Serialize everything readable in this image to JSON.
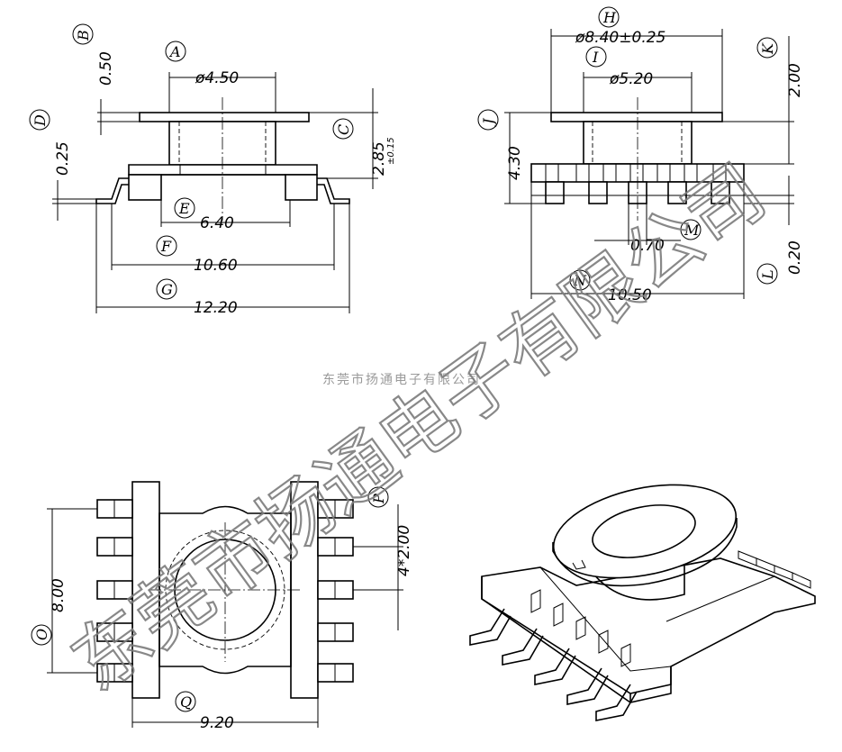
{
  "drawing": {
    "view_top_left": {
      "labels": {
        "A": "A",
        "B": "B",
        "C": "C",
        "D": "D",
        "E": "E",
        "F": "F",
        "G": "G"
      },
      "dims": {
        "flange_dia": "ø4.50",
        "flange_thk": "0.50",
        "height": "2.85",
        "height_tol": "±0.15",
        "pin_thk": "0.25",
        "e_width": "6.40",
        "f_width": "10.60",
        "g_width": "12.20"
      }
    },
    "view_top_right": {
      "labels": {
        "H": "H",
        "I": "I",
        "J": "J",
        "K": "K",
        "L": "L",
        "M": "M",
        "N": "N"
      },
      "dims": {
        "outer_dia": "ø8.40±0.25",
        "inner_dia": "ø5.20",
        "body_h": "4.30",
        "flange_h": "2.00",
        "pin_gap": "0.70",
        "pin_offset": "0.20",
        "width": "10.50"
      }
    },
    "view_bottom_left": {
      "labels": {
        "O": "O",
        "P": "P",
        "Q": "Q"
      },
      "dims": {
        "height": "8.00",
        "pitch": "4*2.00",
        "width": "9.20"
      }
    }
  },
  "watermark": {
    "small": "东莞市扬通电子有限公司",
    "large": "东莞市扬通电子有限公司"
  }
}
